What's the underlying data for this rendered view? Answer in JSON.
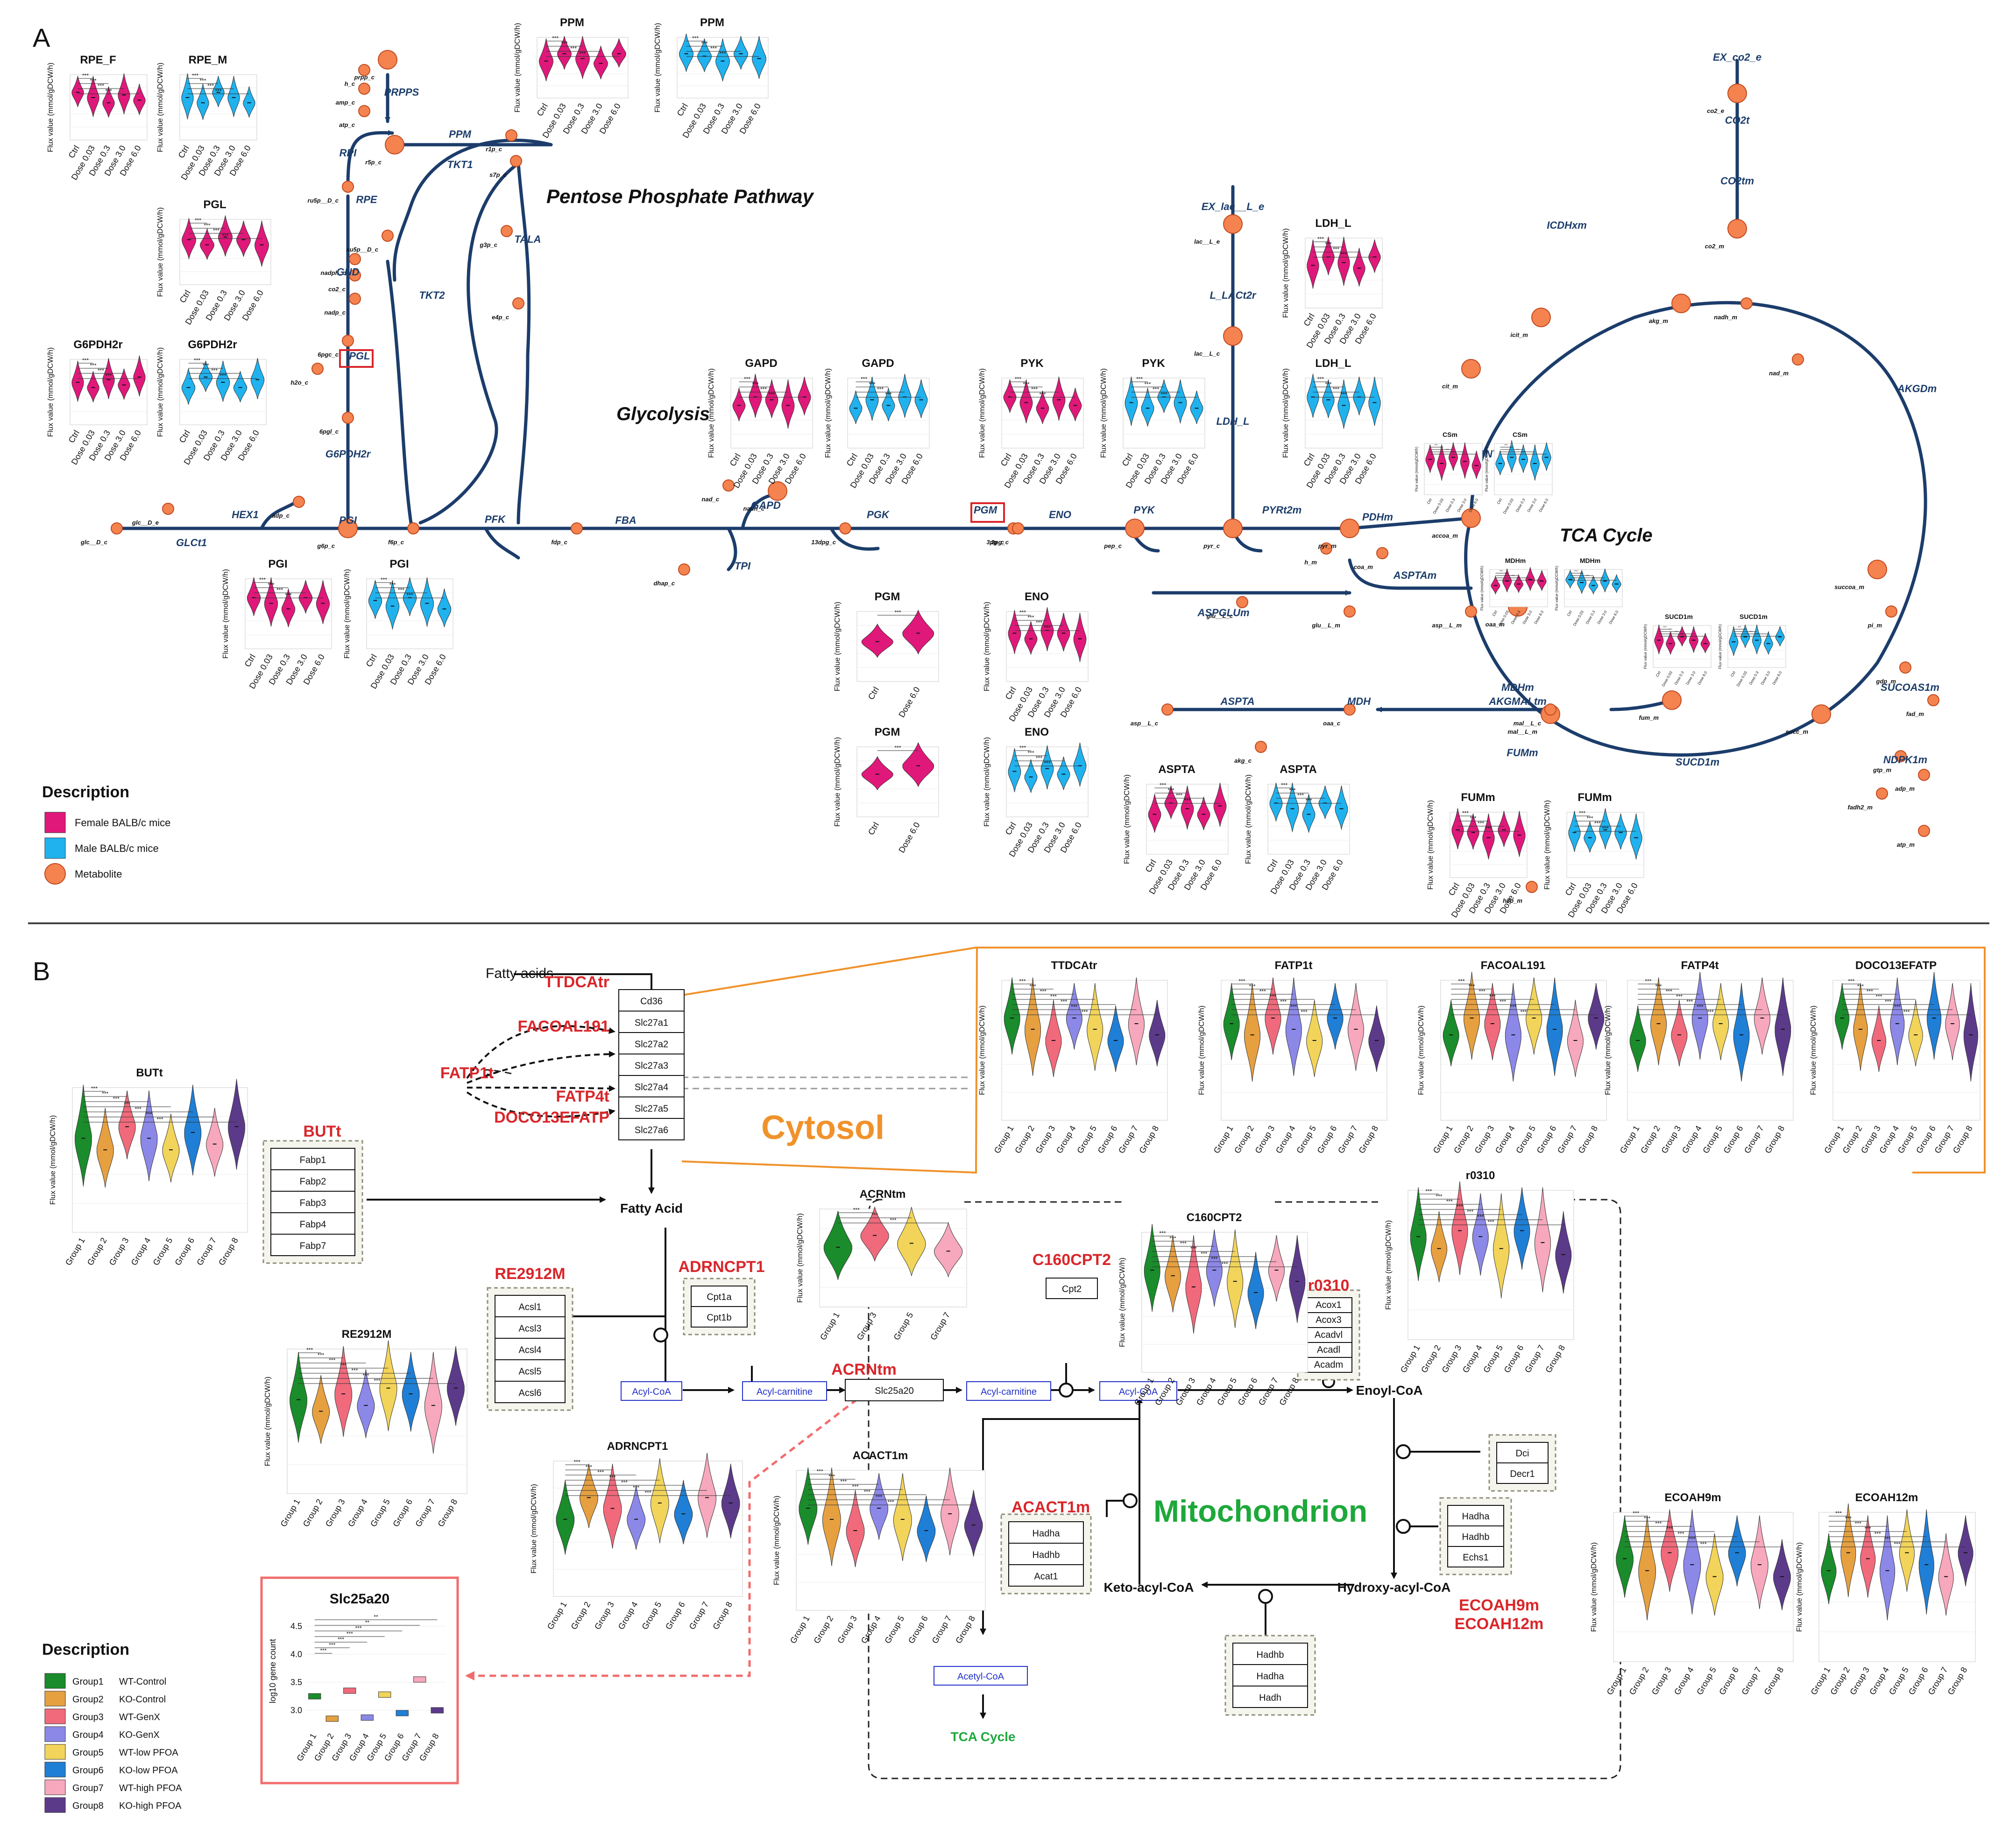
{
  "panel_a": {
    "label": "A",
    "pathway_titles": [
      "Pentose Phosphate Pathway",
      "Glycolysis",
      "TCA Cycle"
    ],
    "reactions": [
      "PRPPS",
      "RPI",
      "PPM",
      "TKT1",
      "RPE",
      "GND",
      "TKT2",
      "TALA",
      "PGL",
      "G6PDH2r",
      "GLCt1",
      "HEX1",
      "PGI",
      "PFK",
      "FBA",
      "TPI",
      "GAPD",
      "PGK",
      "PGM",
      "ENO",
      "PYK",
      "PYRt2m",
      "PDHm",
      "EX_lac__L_e",
      "L_LACt2r",
      "LDH_L",
      "EX_co2_e",
      "CO2t",
      "CO2tm",
      "ICDHxm",
      "ACONTm",
      "AKGDm",
      "CSm",
      "SUCOAS1m",
      "MDHm",
      "FUMm",
      "SUCD1m",
      "NDPK1m",
      "ASPTAm",
      "ASPGLUm",
      "ASPTA",
      "MDH",
      "AKGMALtm"
    ],
    "metabolites": [
      "prpp_c",
      "h_c",
      "amp_c",
      "atp_c",
      "r5p_c",
      "ru5p__D_c",
      "r1p_c",
      "s7p_c",
      "xu5p__D_c",
      "g3p_c",
      "e4p_c",
      "nadph_c",
      "co2_c",
      "nadp_c",
      "6pgc_c",
      "h2o_c",
      "6pgl_c",
      "g6p_c",
      "glc__D_e",
      "glc__D_c",
      "adp_c",
      "f6p_c",
      "fdp_c",
      "dhap_c",
      "nad_c",
      "nadh_c",
      "13dpg_c",
      "3pg_c",
      "2pg_c",
      "pep_c",
      "pyr_c",
      "pyr_m",
      "h_m",
      "coa_m",
      "accoa_m",
      "lac__L_e",
      "lac__L_c",
      "co2_e",
      "co2_m",
      "cit_m",
      "icit_m",
      "akg_m",
      "nadh_m",
      "nad_m",
      "succoa_m",
      "succ_m",
      "fum_m",
      "mal__L_m",
      "oaa_m",
      "h2o_m",
      "glu__L_c",
      "glu__L_m",
      "asp__L_c",
      "asp__L_m",
      "oaa_c",
      "mal__L_c",
      "akg_c",
      "fad_m",
      "fadh2_m",
      "gdp_m",
      "gtp_m",
      "atp_m",
      "adp_m",
      "pi_m"
    ],
    "violin_titles": [
      "RPE_F",
      "RPE_M",
      "PPM",
      "PPM",
      "PGL",
      "PGL",
      "G6PDH2r",
      "G6PDH2r",
      "PGI",
      "PGI",
      "GAPD",
      "GAPD",
      "PYK",
      "PYK",
      "LDH_L",
      "LDH_L",
      "PGM",
      "PGM",
      "ENO",
      "ENO",
      "ASPTA",
      "ASPTA",
      "CSm",
      "CSm",
      "MDHm",
      "MDHm",
      "SUCD1m",
      "SUCD1m",
      "FUMm",
      "FUMm"
    ],
    "dose_groups": [
      "Ctrl",
      "Dose 0.03",
      "Dose 0.3",
      "Dose 3.0",
      "Dose 6.0"
    ],
    "pgm_groups": [
      "Ctrl",
      "Dose 6.0"
    ],
    "ylabel": "Flux value (mmol/gDCW/h)",
    "legend_title": "Description",
    "legend": [
      {
        "label": "Female BALB/c mice",
        "color": "#e0187a",
        "shape": "square"
      },
      {
        "label": "Male BALB/c mice",
        "color": "#1fb2ef",
        "shape": "square"
      },
      {
        "label": "Metabolite",
        "color": "#f4834f",
        "shape": "circle"
      }
    ]
  },
  "panel_b": {
    "label": "B",
    "fatty_acids": "Fatty acids",
    "fatty_acid": "Fatty Acid",
    "transporters": [
      "Cd36",
      "Slc27a1",
      "Slc27a2",
      "Slc27a3",
      "Slc27a4",
      "Slc27a5",
      "Slc27a6"
    ],
    "red_reactions": [
      "TTDCAtr",
      "FATP1t",
      "FACOAL191",
      "FATP4t",
      "DOCO13EFATP",
      "BUTt",
      "RE2912M",
      "ADRNCPT1",
      "ACRNtm",
      "C160CPT2",
      "r0310",
      "ACACT1m",
      "ECOAH9m",
      "ECOAH12m"
    ],
    "compartments": {
      "cytosol": "Cytosol",
      "mitochondrion": "Mitochondrion",
      "tca": "TCA Cycle"
    },
    "butt_genes": [
      "Fabp1",
      "Fabp2",
      "Fabp3",
      "Fabp4",
      "Fabp7"
    ],
    "re2912m_genes": [
      "Acsl1",
      "Acsl3",
      "Acsl4",
      "Acsl5",
      "Acsl6"
    ],
    "adrncpt1_genes": [
      "Cpt1a",
      "Cpt1b"
    ],
    "c160cpt2_genes": [
      "Cpt2"
    ],
    "r0310_genes": [
      "Acox1",
      "Acox3",
      "Acadvl",
      "Acadl",
      "Acadm"
    ],
    "dci_genes": [
      "Dci",
      "Decr1"
    ],
    "ecoah_genes": [
      "Hadha",
      "Hadhb",
      "Echs1"
    ],
    "acact_genes": [
      "Hadha",
      "Hadhb",
      "Acat1"
    ],
    "bottom_genes": [
      "Hadhb",
      "Hadha",
      "Hadh"
    ],
    "slc25a20": "Slc25a20",
    "metabolites": {
      "acylcoa": "Acyl-CoA",
      "acylcarnitine": "Acyl-carnitine",
      "enoyl": "Enoyl-CoA",
      "hydroxy": "Hydroxy-acyl-CoA",
      "keto": "Keto-acyl-CoA",
      "acetyl": "Acetyl-CoA"
    },
    "violin_titles": [
      "TTDCAtr",
      "FATP1t",
      "FACOAL191",
      "FATP4t",
      "DOCO13EFATP",
      "BUTt",
      "ACRNtm",
      "C160CPT2",
      "r0310",
      "RE2912M",
      "ADRNCPT1",
      "ACACT1m",
      "ECOAH9m",
      "ECOAH12m"
    ],
    "groups": [
      "Group 1",
      "Group 2",
      "Group 3",
      "Group 4",
      "Group 5",
      "Group 6",
      "Group 7",
      "Group 8"
    ],
    "acrn_groups": [
      "Group 1",
      "Group 3",
      "Group 5",
      "Group 7"
    ],
    "ylabel": "Flux value (mmol/gDCW/h)",
    "box": {
      "title": "Slc25a20",
      "ylabel": "log10 gene count",
      "ticks": [
        "3.0",
        "3.5",
        "4.0",
        "4.5"
      ],
      "values": [
        3.25,
        2.85,
        3.35,
        2.87,
        3.28,
        2.95,
        3.55,
        3.0
      ]
    },
    "legend_title": "Description",
    "legend": [
      {
        "label": "Group1",
        "desc": "WT-Control",
        "color": "#1a8c2b"
      },
      {
        "label": "Group2",
        "desc": "KO-Control",
        "color": "#e6a040"
      },
      {
        "label": "Group3",
        "desc": "WT-GenX",
        "color": "#f06a7c"
      },
      {
        "label": "Group4",
        "desc": "KO-GenX",
        "color": "#8c88e8"
      },
      {
        "label": "Group5",
        "desc": "WT-low PFOA",
        "color": "#f2d45a"
      },
      {
        "label": "Group6",
        "desc": "KO-low PFOA",
        "color": "#1f7fd6"
      },
      {
        "label": "Group7",
        "desc": "WT-high PFOA",
        "color": "#f7a8bd"
      },
      {
        "label": "Group8",
        "desc": "KO-high PFOA",
        "color": "#5c3a8a"
      }
    ]
  },
  "colors": {
    "pathway": "#1c3d6b",
    "metabolite": "#f4834f",
    "female": "#e0187a",
    "male": "#1fb2ef",
    "reaction_red": "#d9262a",
    "cytosol": "#f0922b",
    "mito": "#1ea83b",
    "arrow_red": "#f26c6c"
  }
}
